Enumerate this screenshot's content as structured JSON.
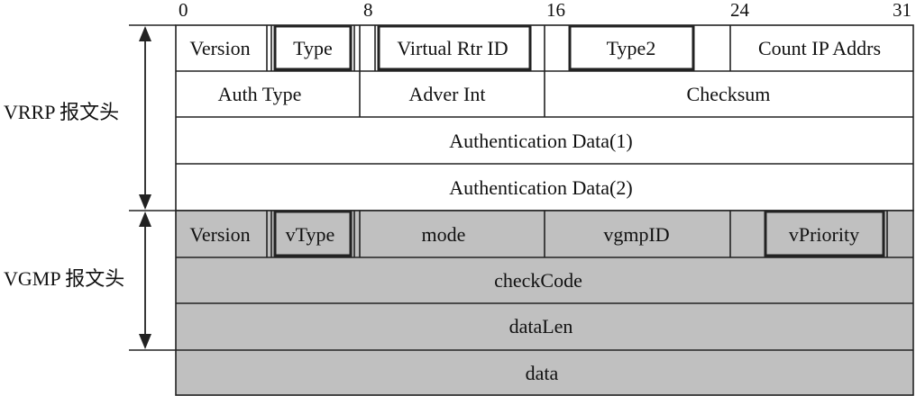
{
  "bit_ticks": [
    "0",
    "8",
    "16",
    "24",
    "31"
  ],
  "groups": {
    "vrrp": {
      "label": "VRRP 报文头"
    },
    "vgmp": {
      "label": "VGMP 报文头"
    }
  },
  "vrrp_header": {
    "row1": {
      "version": "Version",
      "type": "Type",
      "virtual_rtr_id": "Virtual Rtr ID",
      "type2": "Type2",
      "count_ip_addrs": "Count IP Addrs"
    },
    "row2": {
      "auth_type": "Auth Type",
      "adver_int": "Adver Int",
      "checksum": "Checksum"
    },
    "row3": {
      "auth_data_1": "Authentication Data(1)"
    },
    "row4": {
      "auth_data_2": "Authentication Data(2)"
    }
  },
  "vgmp_header": {
    "row1": {
      "version": "Version",
      "vtype": "vType",
      "mode": "mode",
      "vgmp_id": "vgmpID",
      "vpriority": "vPriority"
    },
    "row2": {
      "check_code": "checkCode"
    },
    "row3": {
      "data_len": "dataLen"
    }
  },
  "payload": {
    "data": "data"
  },
  "colors": {
    "vrrp_fill": "#ffffff",
    "vgmp_fill": "#c0c0c0",
    "line": "#222222"
  }
}
